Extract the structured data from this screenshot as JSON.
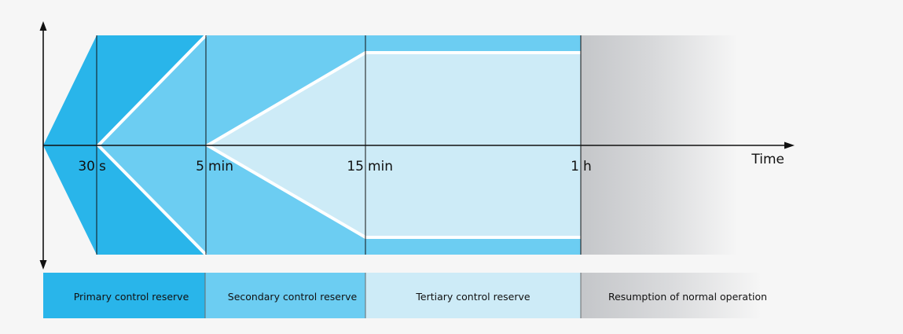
{
  "colors": {
    "background": "#f6f6f6",
    "primary": "#29b5ea",
    "secondary": "#6ccdf2",
    "tertiary": "#cdebf7",
    "normal_operation": "#c4c6c9",
    "separator": "#ffffff",
    "axis": "#111111"
  },
  "axis": {
    "x_label": "Time"
  },
  "ticks": [
    {
      "num": "30",
      "unit": "s"
    },
    {
      "num": "5",
      "unit": "min"
    },
    {
      "num": "15",
      "unit": "min"
    },
    {
      "num": "1",
      "unit": "h"
    }
  ],
  "bands": [
    {
      "label": "Primary control reserve"
    },
    {
      "label": "Secondary control reserve"
    },
    {
      "label": "Tertiary control reserve"
    },
    {
      "label": "Resumption of normal operation"
    }
  ]
}
